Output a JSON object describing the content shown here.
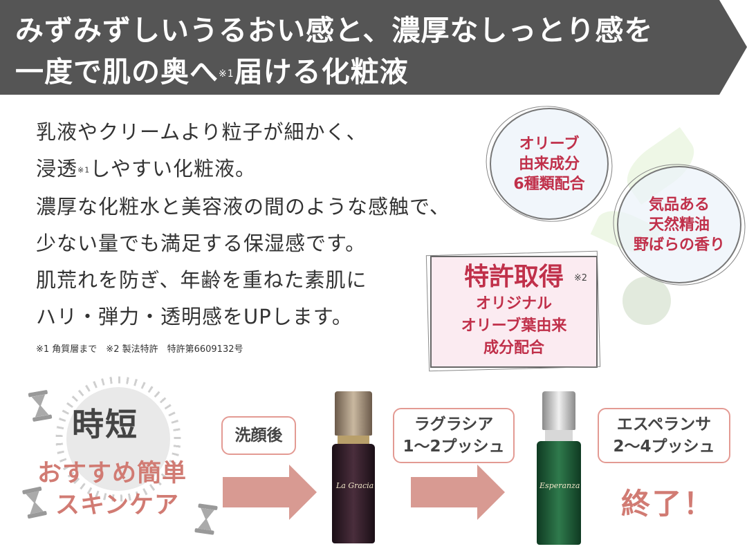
{
  "banner": {
    "line1": "みずみずしいうるおい感と、濃厚なしっとり感を",
    "line2_a": "一度で肌の奥へ",
    "line2_note": "※1",
    "line2_b": "届ける化粧液"
  },
  "body": {
    "line1": "乳液やクリームより粒子が細かく、",
    "line2_a": "浸透",
    "line2_note": "※1",
    "line2_b": "しやすい化粧液。",
    "line3": "濃厚な化粧水と美容液の間のような感触で、",
    "line4": "少ない量でも満足する保湿感です。",
    "line5": "肌荒れを防ぎ、年齢を重ねた素肌に",
    "line6": "ハリ・弾力・透明感をUPします。"
  },
  "footnote": "※1 角質層まで　※2 製法特許　特許第6609132号",
  "badge_olive": {
    "lines": [
      "オリーブ",
      "由来成分",
      "6種類配合"
    ]
  },
  "badge_oil": {
    "lines": [
      "気品ある",
      "天然精油",
      "野ばらの香り"
    ]
  },
  "patent": {
    "title": "特許取得",
    "note": "※2",
    "lines": [
      "オリジナル",
      "オリーブ葉由来",
      "成分配合"
    ]
  },
  "jitan": {
    "title": "時短",
    "sub1": "おすすめ簡単",
    "sub2": "スキンケア"
  },
  "steps": {
    "step1": "洗顔後",
    "step2_l1": "ラグラシア",
    "step2_l2": "1～2プッシュ",
    "step3_l1": "エスペランサ",
    "step3_l2": "2～4プッシュ",
    "end": "終了！"
  },
  "bottle1": {
    "brand": "La Gracia"
  },
  "bottle2": {
    "brand": "Esperanza"
  },
  "colors": {
    "banner": "#555555",
    "accent_red": "#c0304a",
    "salmon": "#d17b73",
    "arrow": "#d89a92",
    "bottle1_body": "#2e1a26",
    "bottle2_body": "#1f5e38"
  }
}
